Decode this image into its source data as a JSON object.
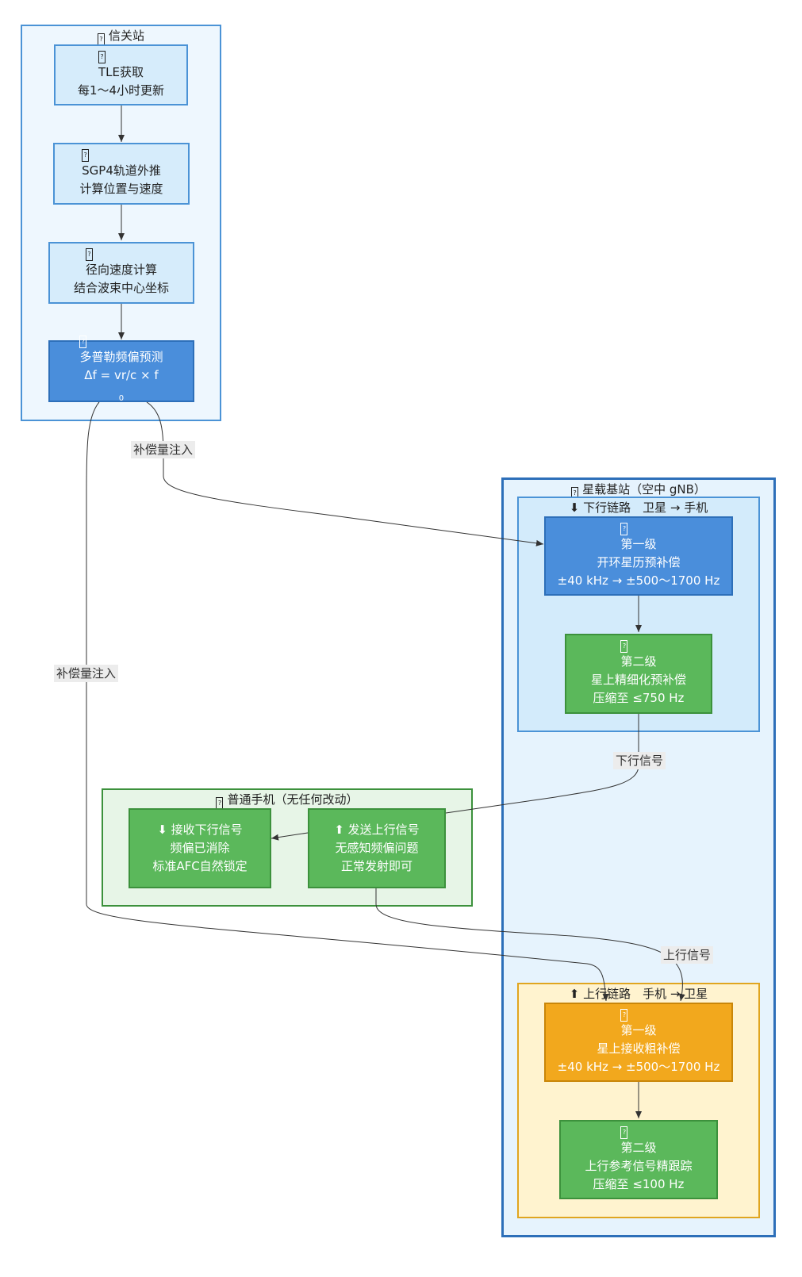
{
  "groups": {
    "gateway": {
      "title": "信关站"
    },
    "satellite": {
      "title": "星载基站（空中 gNB）"
    },
    "downlink": {
      "title": "⬇ 下行链路　卫星 → 手机"
    },
    "uplink": {
      "title": "⬆ 上行链路　手机 → 卫星"
    },
    "phone": {
      "title": "普通手机（无任何改动）"
    }
  },
  "nodes": {
    "tle": {
      "line1": "TLE获取",
      "line2": "每1～4小时更新"
    },
    "sgp4": {
      "line1": "SGP4轨道外推",
      "line2": "计算位置与速度"
    },
    "radial": {
      "line1": "径向速度计算",
      "line2": "结合波束中心坐标"
    },
    "doppler": {
      "line1": "多普勒频偏预测",
      "line2": "Δf = vr/c × f",
      "sub": "0"
    },
    "dl1": {
      "line1": "第一级",
      "line2": "开环星历预补偿",
      "line3": "±40 kHz → ±500～1700 Hz"
    },
    "dl2": {
      "line1": "第二级",
      "line2": "星上精细化预补偿",
      "line3": "压缩至 ≤750 Hz"
    },
    "ul1": {
      "line1": "第一级",
      "line2": "星上接收粗补偿",
      "line3": "±40 kHz → ±500～1700 Hz"
    },
    "ul2": {
      "line1": "第二级",
      "line2": "上行参考信号精跟踪",
      "line3": "压缩至 ≤100 Hz"
    },
    "rx": {
      "line1": "⬇ 接收下行信号",
      "line2": "频偏已消除",
      "line3": "标准AFC自然锁定"
    },
    "tx": {
      "line1": "⬆ 发送上行信号",
      "line2": "无感知频偏问题",
      "line3": "正常发射即可"
    }
  },
  "edge_labels": {
    "inject_dl": "补偿量注入",
    "inject_ul": "补偿量注入",
    "downlink_signal": "下行信号",
    "uplink_signal": "上行信号"
  },
  "colors": {
    "light_node": "#d6ecfb",
    "blue_node": "#4a8edb",
    "green_node": "#5bb85b",
    "orange_node": "#f2a81d",
    "gateway_bg": "#eef7fe",
    "downlink_bg": "#d3ebfb",
    "uplink_bg": "#fff3cf",
    "phone_bg": "#e7f5e7"
  }
}
